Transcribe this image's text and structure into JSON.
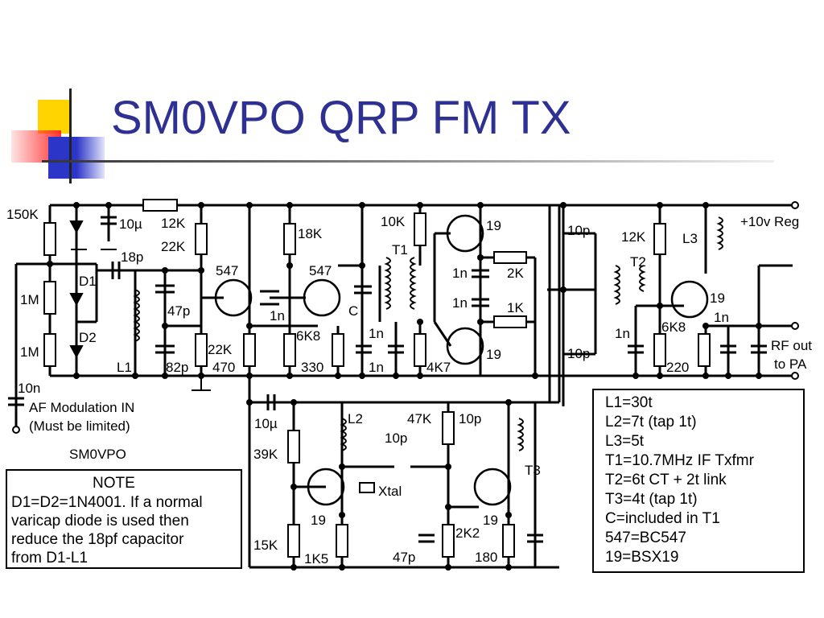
{
  "slide": {
    "title": "SM0VPO QRP FM TX"
  },
  "labels": {
    "r150k": "150K",
    "c10u_top": "10µ",
    "r12k_a": "12K",
    "r22k_a": "22K",
    "r1m_a": "1M",
    "r1m_b": "1M",
    "d1": "D1",
    "d2": "D2",
    "c18p": "18p",
    "c47p": "47p",
    "c82p": "82p",
    "l1": "L1",
    "r22k_b": "22K",
    "r470": "470",
    "q547_a": "547",
    "q547_b": "547",
    "r18k": "18K",
    "c1n_a": "1n",
    "r6k8_a": "6K8",
    "r330": "330",
    "c_in_t1": "C",
    "r10k": "10K",
    "t1": "T1",
    "c1n_b": "1n",
    "c1n_c": "1n",
    "r4k7": "4K7",
    "q19_a": "19",
    "q19_b": "19",
    "c1n_d": "1n",
    "vr2k": "2K",
    "c1n_e": "1n",
    "r1k": "1K",
    "c10p_a": "10p",
    "c10p_b": "10p",
    "r12k_b": "12K",
    "t2": "T2",
    "c1n_f": "1n",
    "r6k8_b": "6K8",
    "r220": "220",
    "l3": "L3",
    "q19_c": "19",
    "c1n_g": "1n",
    "supply": "+10v Reg",
    "rf_out": "RF out",
    "to_pa": "to PA",
    "c10n": "10n",
    "af_in": "AF Modulation IN",
    "af_note": "(Must be limited)",
    "author": "SM0VPO",
    "c10u_b": "10µ",
    "r39k": "39K",
    "r15k": "15K",
    "q19_d": "19",
    "r1k5": "1K5",
    "l2": "L2",
    "c10p_c": "10p",
    "xtal": "Xtal",
    "r47k": "47K",
    "c10p_d": "10p",
    "t3": "T3",
    "q19_e": "19",
    "r2k2": "2K2",
    "c47p_b": "47p",
    "r180": "180"
  },
  "note_box": {
    "heading": "NOTE",
    "lines": [
      "D1=D2=1N4001. If a normal",
      "varicap diode is used then",
      "reduce the 18pf capacitor",
      "from D1-L1"
    ]
  },
  "legend_box": {
    "lines": [
      "L1=30t",
      "L2=7t (tap 1t)",
      "L3=5t",
      "T1=10.7MHz IF Txfmr",
      "T2=6t CT + 2t link",
      "T3=4t (tap 1t)",
      "C=included in T1",
      "547=BC547",
      "19=BSX19"
    ]
  }
}
